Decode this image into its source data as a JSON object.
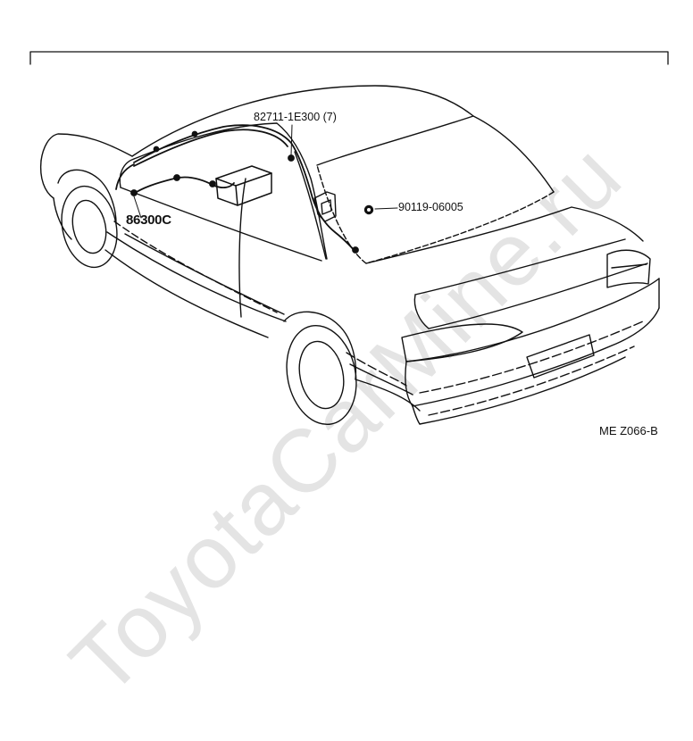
{
  "labels": {
    "part_top": "82711-1E300 (7)",
    "part_left": "86300C",
    "part_right": "90119-06005",
    "diagram_code": "ME Z066-B"
  },
  "watermark": "ToyotaCarMine.ru"
}
